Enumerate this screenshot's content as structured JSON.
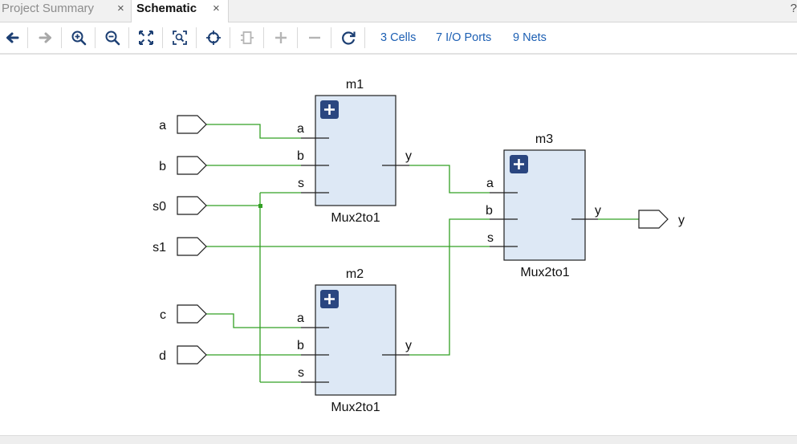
{
  "tabs": [
    {
      "label": "Project Summary",
      "active": false
    },
    {
      "label": "Schematic",
      "active": true
    }
  ],
  "help_glyph": "?",
  "close_glyph": "×",
  "toolbar": {
    "icons": [
      "arrow-back-icon",
      "arrow-forward-icon",
      "zoom-in-icon",
      "zoom-out-icon",
      "zoom-fit-icon",
      "zoom-area-icon",
      "select-crosshair-icon",
      "module-icon",
      "expand-plus-icon",
      "collapse-minus-icon",
      "refresh-icon"
    ],
    "links": {
      "cells": "3 Cells",
      "io_ports": "7 I/O Ports",
      "nets": "9 Nets"
    }
  },
  "schematic": {
    "input_ports": [
      "a",
      "b",
      "s0",
      "s1",
      "c",
      "d"
    ],
    "output_ports": [
      "y"
    ],
    "cells": [
      {
        "instance": "m1",
        "type": "Mux2to1",
        "inputs": [
          "a",
          "b",
          "s"
        ],
        "output": "y"
      },
      {
        "instance": "m2",
        "type": "Mux2to1",
        "inputs": [
          "a",
          "b",
          "s"
        ],
        "output": "y"
      },
      {
        "instance": "m3",
        "type": "Mux2to1",
        "inputs": [
          "a",
          "b",
          "s"
        ],
        "output": "y"
      }
    ],
    "colors": {
      "wire": "#33a024",
      "cell_fill": "#dde8f5",
      "cell_border": "#1f1f1f",
      "expand_button": "#2a4680",
      "port_outline": "#1f1f1f"
    }
  }
}
